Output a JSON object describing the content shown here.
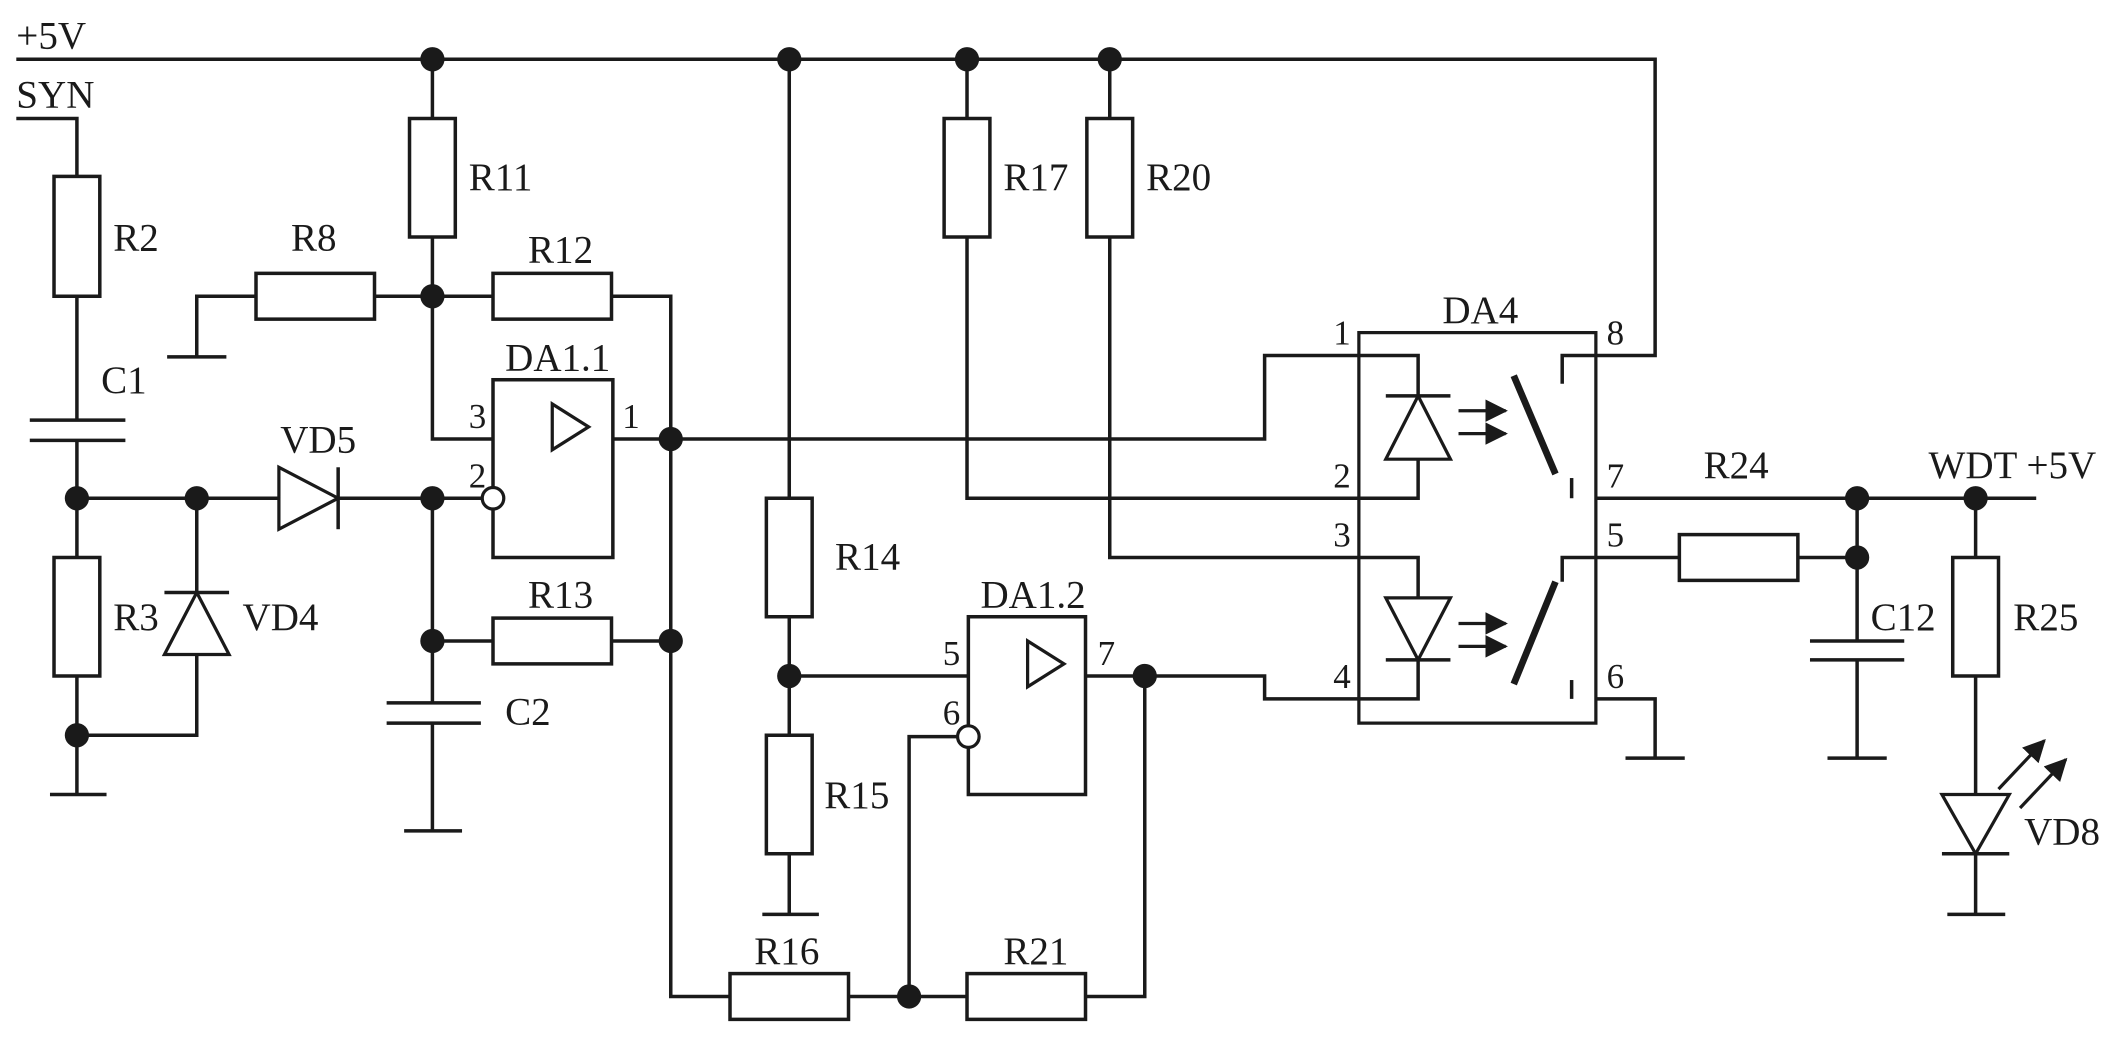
{
  "nets": {
    "supply": "+5V",
    "sync": "SYN",
    "output": "WDT +5V"
  },
  "resistors": [
    "R2",
    "R3",
    "R8",
    "R11",
    "R12",
    "R13",
    "R14",
    "R15",
    "R16",
    "R17",
    "R20",
    "R21",
    "R24",
    "R25"
  ],
  "capacitors": [
    "C1",
    "C2",
    "C12"
  ],
  "diodes": [
    "VD4",
    "VD5",
    "VD8"
  ],
  "opamps": [
    {
      "name": "DA1.1",
      "pin_noninv": "3",
      "pin_inv": "2",
      "pin_out": "1"
    },
    {
      "name": "DA1.2",
      "pin_noninv": "5",
      "pin_inv": "6",
      "pin_out": "7"
    }
  ],
  "optocoupler": {
    "name": "DA4",
    "pins": [
      "1",
      "2",
      "3",
      "4",
      "5",
      "6",
      "7",
      "8"
    ]
  }
}
